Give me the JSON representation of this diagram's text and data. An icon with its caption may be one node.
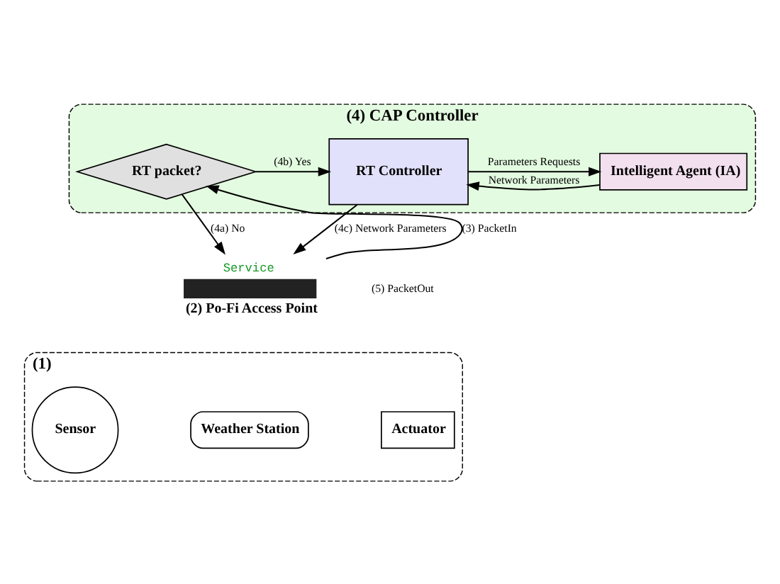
{
  "diagram": {
    "nodes": [
      {
        "text": [
          "(4) CAP Controller"
        ]
      },
      {
        "text": [
          "RT packet?"
        ],
        "in": 0
      },
      {
        "text": [
          "RT Controller"
        ],
        "in": 0
      },
      {
        "text": [
          "Intelligent Agent (IA)"
        ],
        "in": 0
      },
      {
        "text": [
          "(2) Po-Fi Access Point"
        ],
        "beside": [
          "Service"
        ]
      },
      {
        "text": [
          "(1)"
        ]
      },
      {
        "text": [
          "Sensor"
        ],
        "in": 5
      },
      {
        "text": [
          "Weather Station"
        ],
        "in": 5
      },
      {
        "text": [
          "Actuator"
        ],
        "in": 5
      }
    ],
    "edges": [
      {
        "from": 4,
        "to": 1,
        "arrow": "to",
        "label": "(3) PacketIn"
      },
      {
        "from": 1,
        "to": 2,
        "arrow": "to",
        "label": "(4b) Yes"
      },
      {
        "from": 2,
        "to": 3,
        "arrow": "to",
        "label": "Parameters Requests"
      },
      {
        "from": 3,
        "to": 2,
        "arrow": "to",
        "label": "Network Parameters"
      },
      {
        "from": 1,
        "to": 4,
        "arrow": "to",
        "label": "(4a) No"
      },
      {
        "from": 2,
        "to": 4,
        "arrow": "to",
        "label": "(4c) Network Parameters"
      }
    ],
    "labels": [
      "(5) PacketOut"
    ]
  }
}
